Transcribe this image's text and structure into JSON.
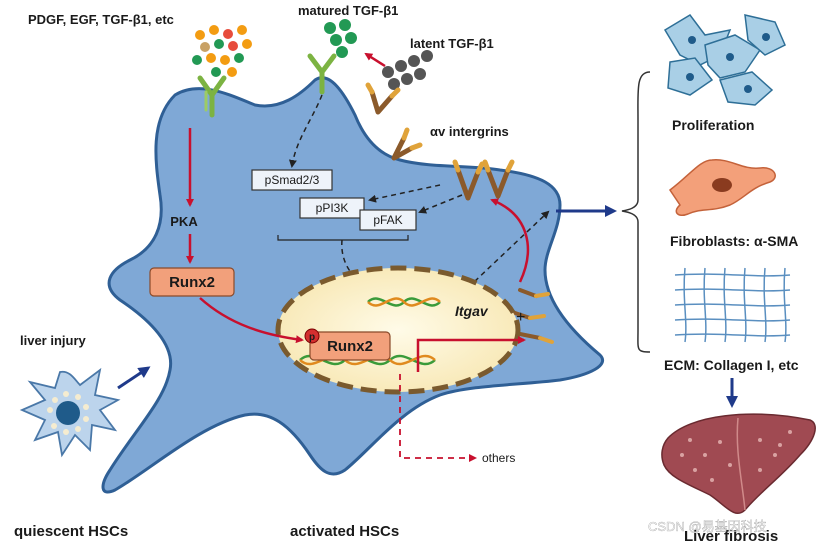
{
  "labels": {
    "growth_factors": "PDGF, EGF, TGF-β1, etc",
    "matured_tgf": "matured TGF-β1",
    "latent_tgf": "latent TGF-β1",
    "av_integrins": "αv intergrins",
    "pka": "PKA",
    "runx2_cyto": "Runx2",
    "runx2_nuc": "Runx2",
    "phospho": "p",
    "itgav": "Itgav",
    "plus": "+",
    "others": "others",
    "liver_injury": "liver injury",
    "quiescent": "quiescent HSCs",
    "activated": "activated HSCs",
    "proliferation": "Proliferation",
    "fibroblasts": "Fibroblasts: α-SMA",
    "ecm": "ECM: Collagen I, etc",
    "liver_fibrosis": "Liver fibrosis",
    "watermark": "CSDN @易基因科技"
  },
  "boxes": {
    "psmad": "pSmad2/3",
    "ppi3k": "pPI3K",
    "pfak": "pFAK"
  },
  "colors": {
    "cell_fill": "#7fa8d6",
    "cell_stroke": "#2f5f95",
    "nucleus_fill": "#fbf0c8",
    "nucleus_stroke": "#7a5a2e",
    "runx2_fill": "#f2a07b",
    "red_arrow": "#c8102e",
    "navy_arrow": "#1f3a8a",
    "dna_green": "#3a9b3a",
    "dna_orange": "#e08a1e"
  }
}
